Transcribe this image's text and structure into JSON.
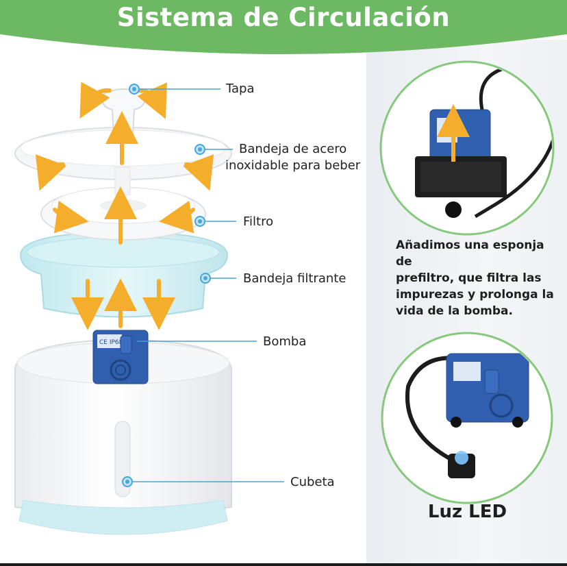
{
  "banner": {
    "title": "Sistema de Circulación",
    "color": "#6db862"
  },
  "callouts": [
    {
      "id": "tapa",
      "label": "Tapa"
    },
    {
      "id": "bandeja-acero",
      "label_line1": "Bandeja de acero",
      "label_line2": "inoxidable para beber"
    },
    {
      "id": "filtro",
      "label": "Filtro"
    },
    {
      "id": "bandeja-filtrante",
      "label": "Bandeja filtrante"
    },
    {
      "id": "bomba",
      "label": "Bomba"
    },
    {
      "id": "cubeta",
      "label": "Cubeta"
    }
  ],
  "side": {
    "description_lines": [
      "Añadimos una esponja de",
      "prefiltro, que filtra las",
      "impurezas y prolonga la",
      "vida de la bomba."
    ],
    "led_label": "Luz LED"
  },
  "pump_mark": "CE IP68",
  "colors": {
    "accent_green": "#6db862",
    "arrow_orange": "#f4ae2c",
    "pump_blue": "#2f5fae",
    "callout_dot": "#48a6d8",
    "callout_line": "#4aa0d6",
    "tray_blue": "#cdeff3"
  }
}
